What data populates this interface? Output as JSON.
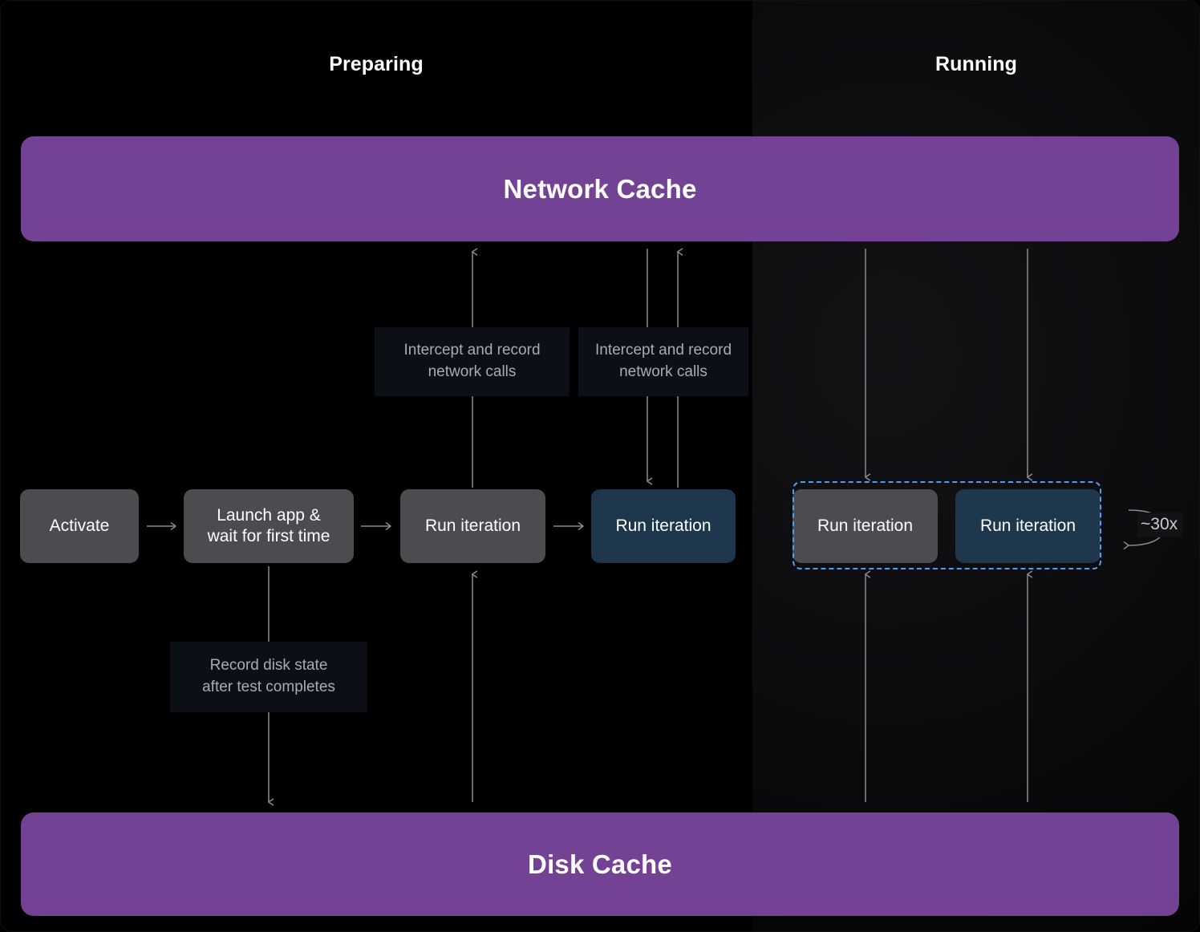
{
  "diagram": {
    "title_left": "Preparing",
    "title_right": "Running"
  },
  "caches": {
    "network": {
      "label": "Network Cache",
      "color": "#744295"
    },
    "disk": {
      "label": "Disk Cache",
      "color": "#744295"
    }
  },
  "colors": {
    "node_gray": "#4b4b50",
    "node_blue": "#1f374d",
    "cache_purple": "#744295",
    "loop_outline_blue": "#4a9ff5",
    "note_bg": "#0c1016",
    "note_text": "#a6acb6",
    "arrow": "#8b8b8f",
    "panel_left_bg": "#000000",
    "panel_right_bg": "#0d0d10"
  },
  "preparing": {
    "nodes": [
      {
        "id": "activate",
        "label": "Activate",
        "style": "gray"
      },
      {
        "id": "launch",
        "label": "Launch app & wait for first time",
        "style": "gray"
      },
      {
        "id": "run-iter-1",
        "label": "Run iteration",
        "style": "gray"
      },
      {
        "id": "run-iter-2",
        "label": "Run iteration",
        "style": "blue"
      }
    ],
    "notes": [
      {
        "id": "intercept-1",
        "label": "Intercept and record network calls"
      },
      {
        "id": "intercept-2",
        "label": "Intercept and record network calls"
      },
      {
        "id": "record-disk",
        "label": "Record disk state after test completes"
      }
    ]
  },
  "running": {
    "nodes": [
      {
        "id": "run-iter-3",
        "label": "Run iteration",
        "style": "gray"
      },
      {
        "id": "run-iter-4",
        "label": "Run iteration",
        "style": "blue"
      }
    ],
    "loop": {
      "label": "~30x"
    }
  },
  "node_labels": {
    "activate": "Activate",
    "launch_line1": "Launch app &",
    "launch_line2": "wait for first time",
    "run_iteration": "Run iteration"
  },
  "note_labels": {
    "intercept_line1": "Intercept and record",
    "intercept_line2": "network calls",
    "record_line1": "Record disk state",
    "record_line2": "after test completes"
  }
}
